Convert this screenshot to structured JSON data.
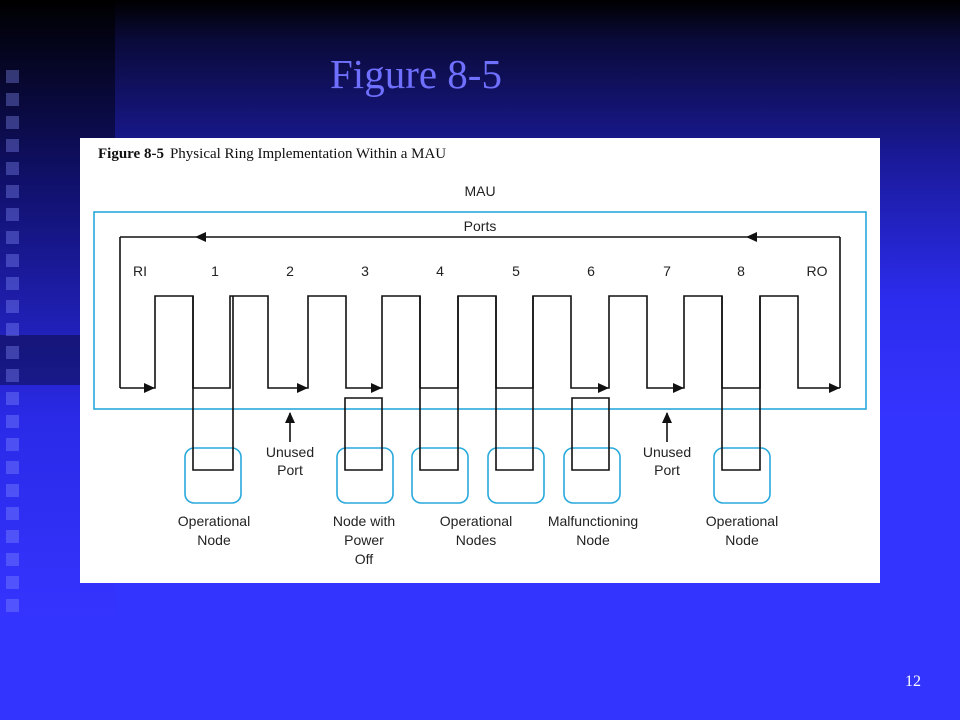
{
  "slide": {
    "title": "Figure 8-5",
    "page_number": "12"
  },
  "figure": {
    "caption_number": "Figure 8-5",
    "caption_text": "Physical Ring Implementation Within a MAU",
    "mau_label": "MAU",
    "ports_label": "Ports",
    "port_labels": [
      "RI",
      "1",
      "2",
      "3",
      "4",
      "5",
      "6",
      "7",
      "8",
      "RO"
    ],
    "unused_port_label": [
      "Unused",
      "Port"
    ],
    "node_labels": [
      {
        "lines": [
          "Operational",
          "Node"
        ]
      },
      {
        "lines": [
          "Node with",
          "Power",
          "Off"
        ]
      },
      {
        "lines": [
          "Operational",
          "Nodes"
        ]
      },
      {
        "lines": [
          "Malfunctioning",
          "Node"
        ]
      },
      {
        "lines": [
          "Operational",
          "Node"
        ]
      }
    ],
    "colors": {
      "mau_box": "#29a9dc",
      "node_box": "#29a9dc",
      "wire": "#111111"
    }
  }
}
